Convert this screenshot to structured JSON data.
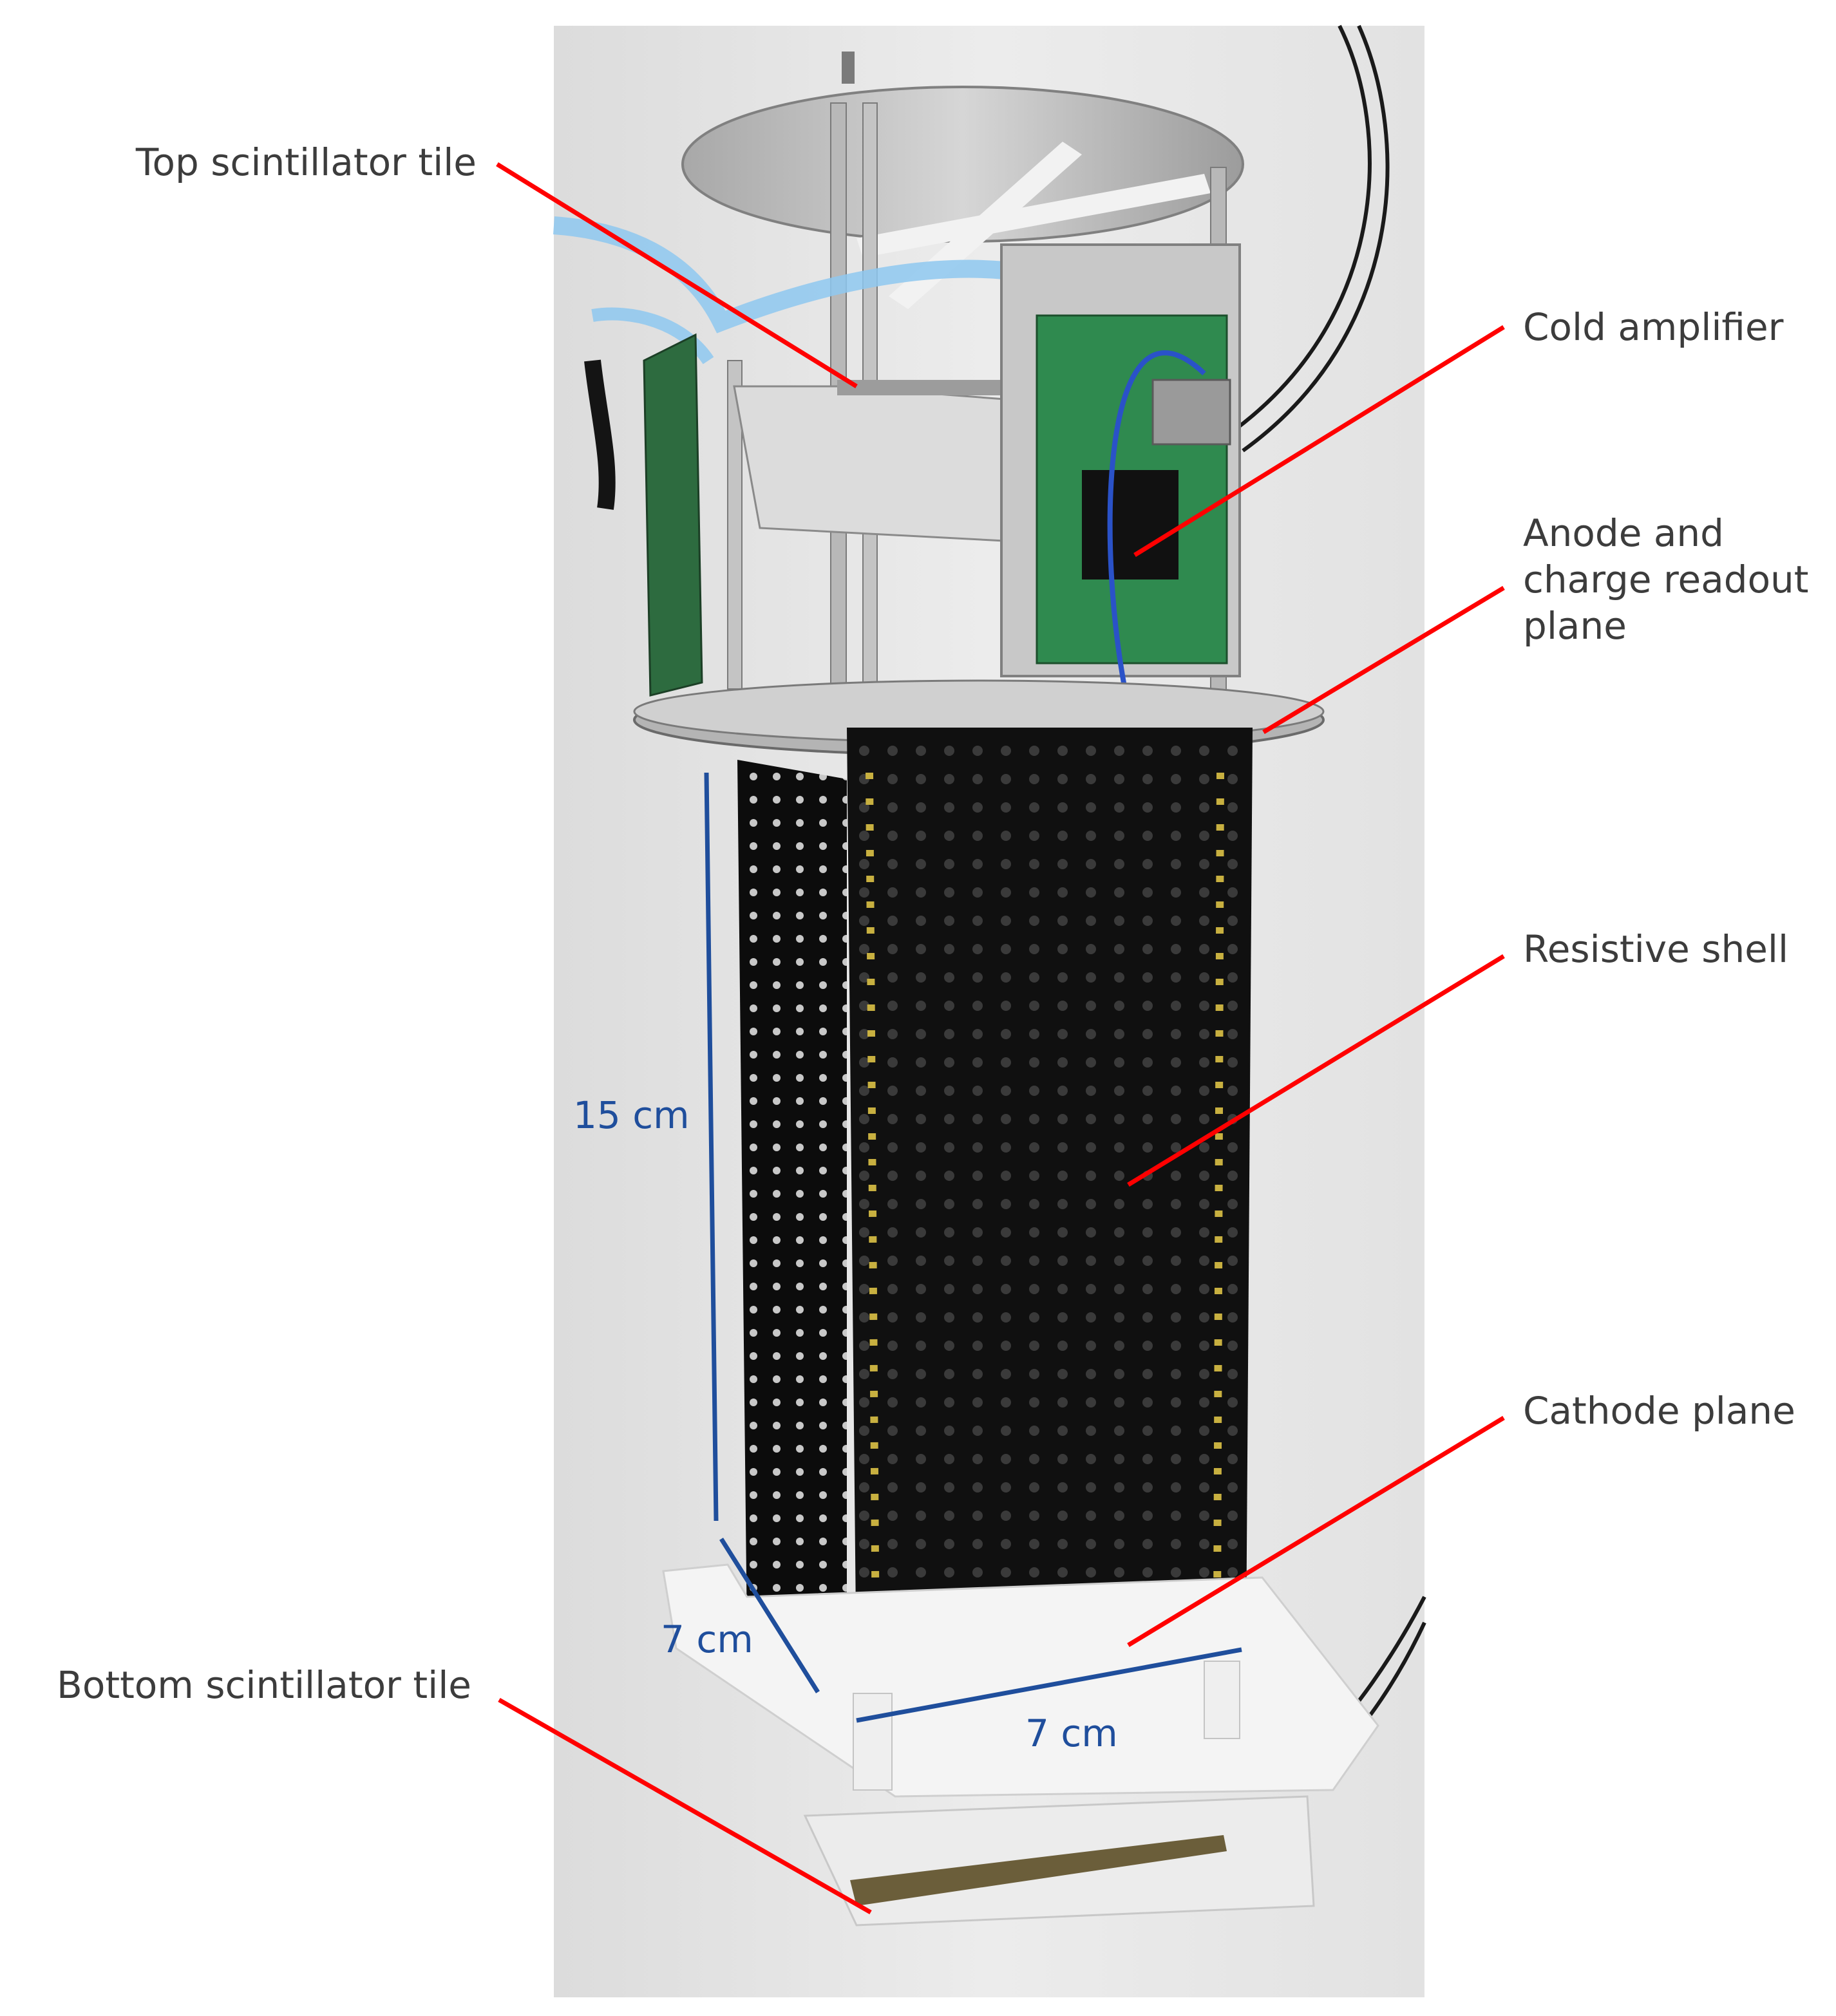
{
  "labels": {
    "top_scintillator": "Top scintillator tile",
    "cold_amplifier": "Cold amplifier",
    "anode_line1": "Anode and",
    "anode_line2": "charge readout",
    "anode_line3": "plane",
    "resistive_shell": "Resistive shell",
    "cathode_plane": "Cathode plane",
    "bottom_scintillator": "Bottom scintillator tile"
  },
  "dimensions": {
    "height": "15 cm",
    "depth": "7 cm",
    "width": "7 cm"
  },
  "colors": {
    "leader_lines": "#ff0000",
    "dimension_lines": "#1f4e9c",
    "label_text": "#3c3c3c"
  }
}
